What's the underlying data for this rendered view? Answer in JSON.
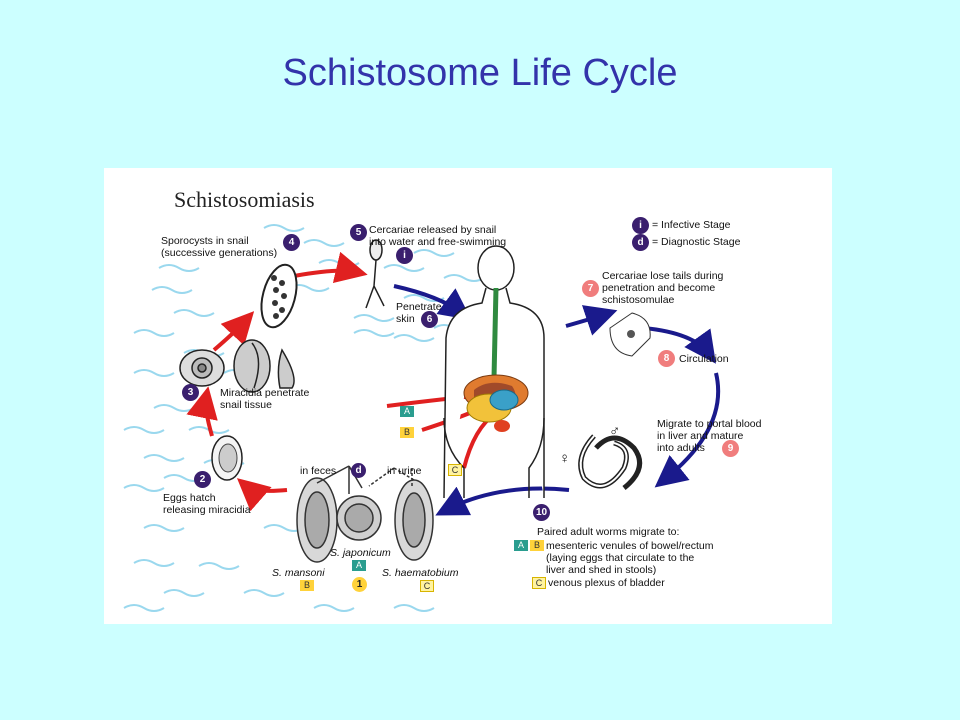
{
  "slide": {
    "title": "Schistosome Life Cycle"
  },
  "panel": {
    "title": "Schistosomiasis"
  },
  "legend": {
    "infective_symbol": "i",
    "infective_label": "= Infective Stage",
    "diagnostic_symbol": "d",
    "diagnostic_label": "= Diagnostic Stage"
  },
  "steps": {
    "s1": {
      "num": "1"
    },
    "s2": {
      "num": "2",
      "label": "Eggs hatch\nreleasing miracidia"
    },
    "s3": {
      "num": "3",
      "label": "Miracidia penetrate\nsnail tissue"
    },
    "s4": {
      "num": "4",
      "label": "Sporocysts in snail\n(successive generations)"
    },
    "s5": {
      "num": "5",
      "label": "Cercariae released by snail\ninto water and free-swimming"
    },
    "s6": {
      "num": "6",
      "label": "Penetrate\nskin"
    },
    "s7": {
      "num": "7",
      "label": "Cercariae lose tails during\npenetration and become\nschistosomulae"
    },
    "s8": {
      "num": "8",
      "label": "Circulation"
    },
    "s9": {
      "num": "9",
      "label": "Migrate to portal blood\nin liver and mature\ninto adults"
    },
    "s10": {
      "num": "10",
      "label": "Paired adult worms migrate to:"
    }
  },
  "routes": {
    "ab_text": "mesenteric venules of bowel/rectum\n(laying eggs that circulate to the\nliver and shed in stools)",
    "c_text": "venous plexus of bladder"
  },
  "tags": {
    "A": "A",
    "B": "B",
    "C": "C"
  },
  "eggs": {
    "in_feces": "in feces",
    "in_urine": "in urine",
    "diag_symbol": "d",
    "mansoni": "S. mansoni",
    "japonicum": "S. japonicum",
    "haematobium": "S. haematobium"
  },
  "sex_symbols": {
    "female": "♀",
    "male": "♂"
  },
  "colors": {
    "background": "#ccffff",
    "title": "#3333aa",
    "red_arrow": "#e02020",
    "blue_arrow": "#1a1a8c",
    "water": "#9ad8ee"
  }
}
